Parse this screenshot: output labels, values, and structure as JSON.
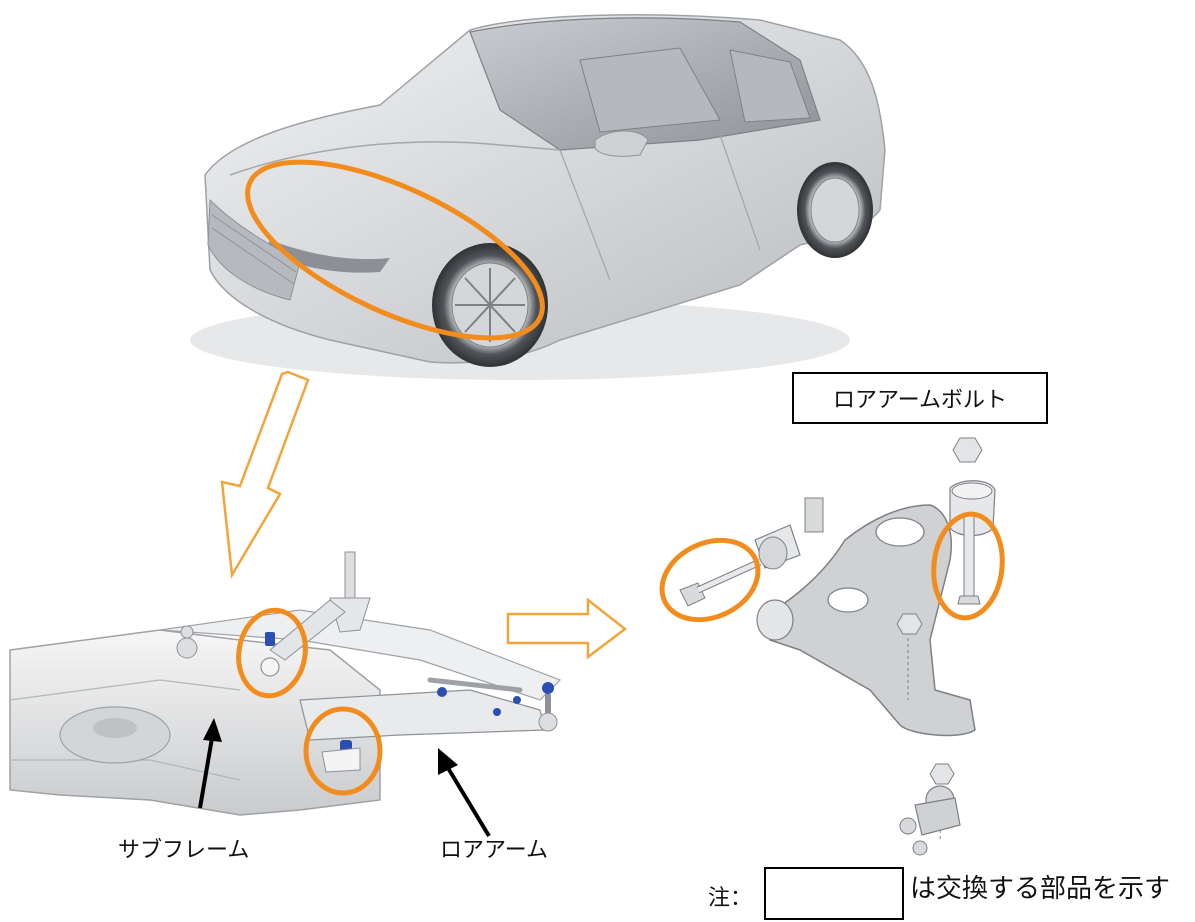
{
  "labels": {
    "bolt_callout": "ロアアームボルト",
    "subframe": "サブフレーム",
    "lower_arm": "ロアアーム",
    "note_prefix": "注：",
    "note_suffix": "は交換する部品を示す"
  },
  "colors": {
    "highlight": "#f28c1c",
    "arrow_outline": "#f2a53a",
    "body": "#d9dbdd",
    "body_dark": "#9ea2a6",
    "metal": "#e9eaeb",
    "blue_part": "#2a4fb0"
  },
  "icons": [
    "car-icon",
    "subframe-icon",
    "lower-arm-icon",
    "arrow-icon"
  ]
}
